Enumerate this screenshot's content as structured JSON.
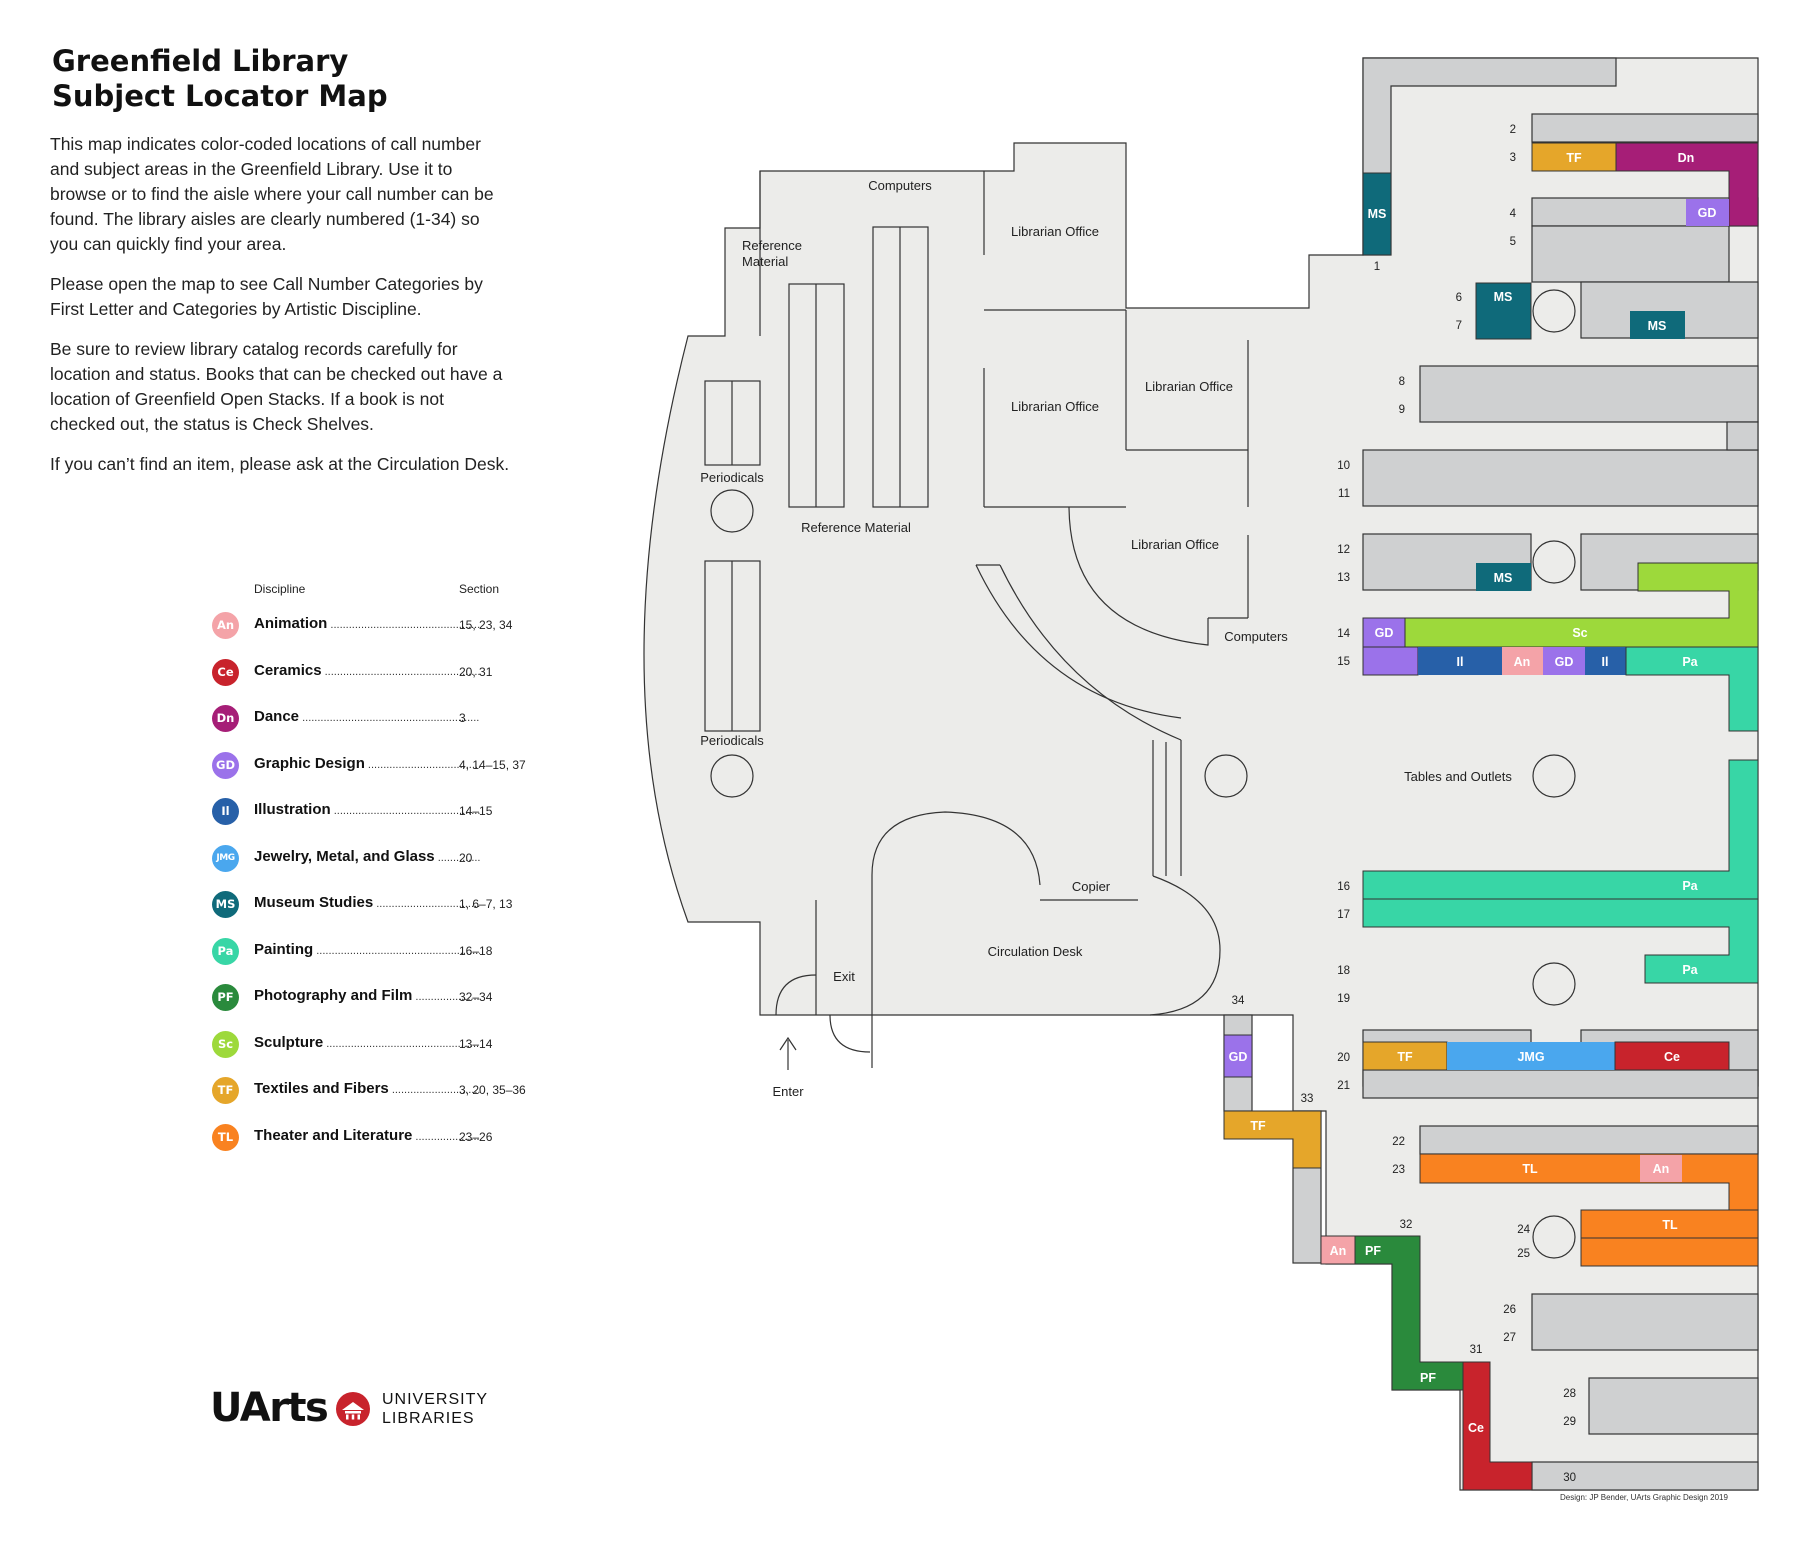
{
  "title": {
    "line1": "Greenfield Library",
    "line2": "Subject Locator Map"
  },
  "intro": {
    "p1": "This map indicates color-coded locations of call number and subject areas in the Greenfield Library. Use it to browse or to find the aisle where your call number can be found. The library aisles are clearly numbered (1-34) so you can quickly find your area.",
    "p2": "Please open the map to see Call Number Categories by First Letter and Categories by Artistic Discipline.",
    "p3": "Be sure to review library catalog records carefully for location and status. Books that can be checked out have a location of Greenfield Open Stacks. If a book is not checked out, the status is Check Shelves.",
    "p4": "If you can’t find an item, please ask at the Circulation Desk."
  },
  "legend": {
    "header_discipline": "Discipline",
    "header_section": "Section",
    "items": [
      {
        "code": "An",
        "name": "Animation",
        "sections": "15, 23, 34",
        "color": "#f4a3a8"
      },
      {
        "code": "Ce",
        "name": "Ceramics",
        "sections": "20, 31",
        "color": "#c8232c"
      },
      {
        "code": "Dn",
        "name": "Dance",
        "sections": "3",
        "color": "#a61e77"
      },
      {
        "code": "GD",
        "name": "Graphic Design",
        "sections": "4, 14–15, 37",
        "color": "#9b72ea"
      },
      {
        "code": "Il",
        "name": "Illustration",
        "sections": "14–15",
        "color": "#2760a8"
      },
      {
        "code": "JMG",
        "name": "Jewelry, Metal, and Glass",
        "sections": "20",
        "color": "#4aa7ee"
      },
      {
        "code": "MS",
        "name": "Museum Studies",
        "sections": "1, 6–7, 13",
        "color": "#0f6a7a"
      },
      {
        "code": "Pa",
        "name": "Painting",
        "sections": "16–18",
        "color": "#38d6a6"
      },
      {
        "code": "PF",
        "name": "Photography and Film",
        "sections": "32–34",
        "color": "#2a8a3c"
      },
      {
        "code": "Sc",
        "name": "Sculpture",
        "sections": "13–14",
        "color": "#9dd93b"
      },
      {
        "code": "TF",
        "name": "Textiles and Fibers",
        "sections": "3, 20, 35–36",
        "color": "#e5a62a"
      },
      {
        "code": "TL",
        "name": "Theater and Literature",
        "sections": "23–26",
        "color": "#f98220"
      }
    ]
  },
  "rooms": {
    "computers_top": "Computers",
    "reference_material_1": "Reference",
    "reference_material_2": "Material",
    "librarian_office_1": "Librarian Office",
    "librarian_office_2": "Librarian Office",
    "librarian_office_3": "Librarian Office",
    "librarian_office_4": "Librarian Office",
    "periodicals_1": "Periodicals",
    "periodicals_2": "Periodicals",
    "reference_material_main": "Reference Material",
    "computers_right": "Computers",
    "tables_outlets": "Tables and Outlets",
    "copier": "Copier",
    "circulation_desk": "Circulation Desk",
    "exit": "Exit",
    "enter": "Enter"
  },
  "aisles": [
    "1",
    "2",
    "3",
    "4",
    "5",
    "6",
    "7",
    "8",
    "9",
    "10",
    "11",
    "12",
    "13",
    "14",
    "15",
    "16",
    "17",
    "18",
    "19",
    "20",
    "21",
    "22",
    "23",
    "24",
    "25",
    "26",
    "27",
    "28",
    "29",
    "30",
    "31",
    "32",
    "33",
    "34"
  ],
  "segments": {
    "tf": "TF",
    "dn": "Dn",
    "gd": "GD",
    "ms": "MS",
    "sc": "Sc",
    "il": "Il",
    "an": "An",
    "pa": "Pa",
    "jmg": "JMG",
    "ce": "Ce",
    "tl": "TL",
    "pf": "PF"
  },
  "logo": {
    "wordmark": "UArts",
    "line1": "UNIVERSITY",
    "line2": "LIBRARIES"
  },
  "credit": "Design: JP Bender, UArts Graphic Design 2019"
}
